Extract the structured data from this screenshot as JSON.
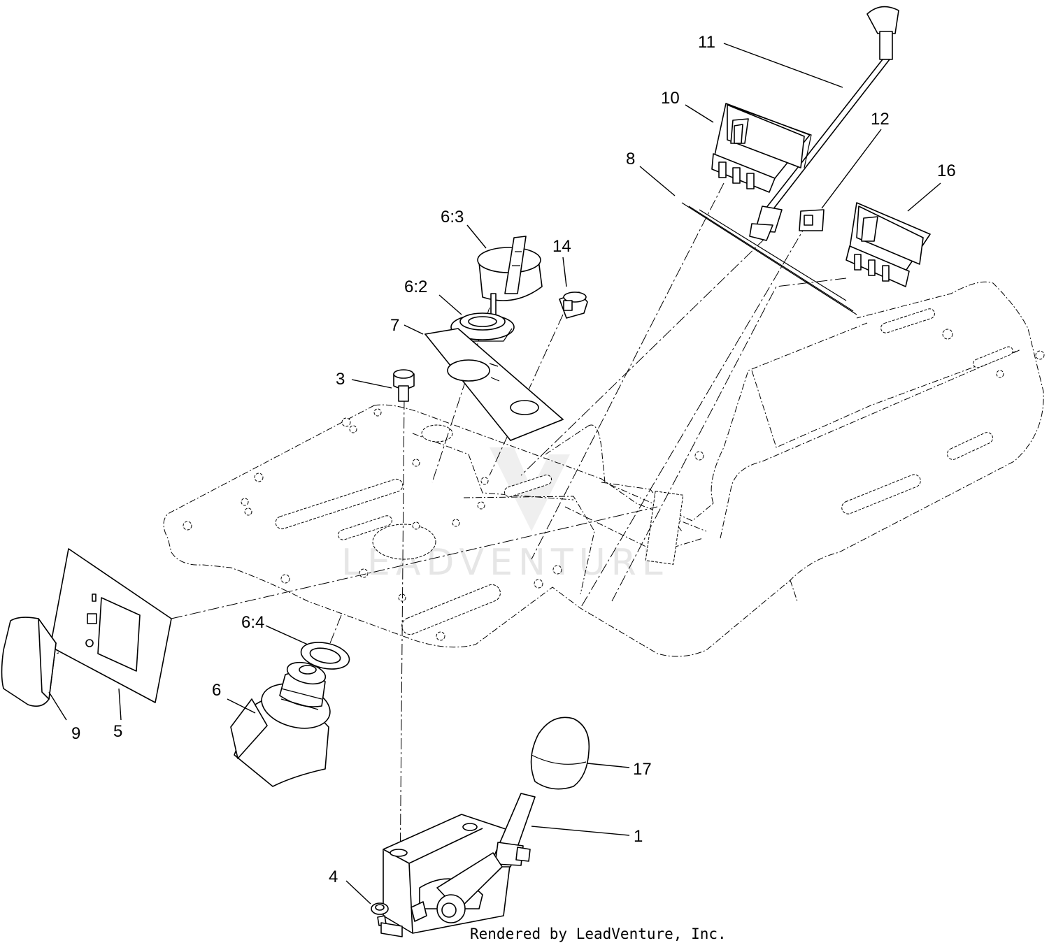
{
  "callouts": [
    {
      "id": "c1",
      "label": "1"
    },
    {
      "id": "c3",
      "label": "3"
    },
    {
      "id": "c4",
      "label": "4"
    },
    {
      "id": "c5",
      "label": "5"
    },
    {
      "id": "c6",
      "label": "6"
    },
    {
      "id": "c6_2",
      "label": "6:2"
    },
    {
      "id": "c6_3",
      "label": "6:3"
    },
    {
      "id": "c6_4",
      "label": "6:4"
    },
    {
      "id": "c7",
      "label": "7"
    },
    {
      "id": "c8",
      "label": "8"
    },
    {
      "id": "c9",
      "label": "9"
    },
    {
      "id": "c10",
      "label": "10"
    },
    {
      "id": "c11",
      "label": "11"
    },
    {
      "id": "c12",
      "label": "12"
    },
    {
      "id": "c14",
      "label": "14"
    },
    {
      "id": "c16",
      "label": "16"
    },
    {
      "id": "c17",
      "label": "17"
    }
  ],
  "watermark": "LEADVENTURE",
  "credit": "Rendered by LeadVenture, Inc."
}
